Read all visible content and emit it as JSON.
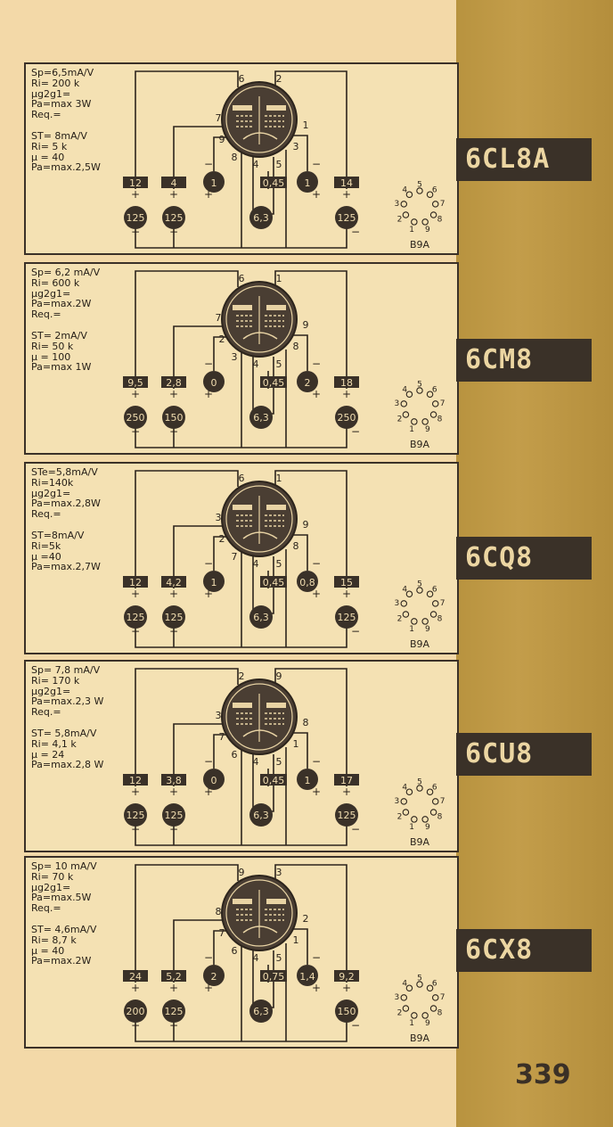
{
  "page_number": "339",
  "tubes": [
    {
      "name": "6CL8A",
      "specs": [
        "Sp=6,5mA/V",
        "Ri= 200 k",
        "μg2g1=",
        "Pa=max 3W",
        "Req.=",
        "",
        "ST= 8mA/V",
        "Ri= 5 k",
        "μ = 40",
        "Pa=max.2,5W"
      ],
      "pins_top": [
        "6",
        "2"
      ],
      "pins_side": [
        "7",
        "9",
        "8",
        "4",
        "5",
        "3",
        "1"
      ],
      "box_values": [
        "12",
        "4",
        "1",
        "0,45",
        "1",
        "14"
      ],
      "circle_values": [
        "125",
        "125",
        "6,3",
        "125"
      ],
      "base_type": "B9A"
    },
    {
      "name": "6CM8",
      "specs": [
        "Sp= 6,2 mA/V",
        "Ri= 600 k",
        "μg2g1=",
        "Pa=max.2W",
        "Req.=",
        "",
        "ST= 2mA/V",
        "Ri= 50 k",
        "μ = 100",
        "Pa=max 1W"
      ],
      "pins_top": [
        "6",
        "1"
      ],
      "pins_side": [
        "7",
        "2",
        "3",
        "4",
        "5",
        "8",
        "9"
      ],
      "box_values": [
        "9,5",
        "2,8",
        "0",
        "0,45",
        "2",
        "18"
      ],
      "circle_values": [
        "250",
        "150",
        "6,3",
        "250"
      ],
      "base_type": "B9A"
    },
    {
      "name": "6CQ8",
      "specs": [
        "STe=5,8mA/V",
        "Ri=140k",
        "μg2g1=",
        "Pa=max.2,8W",
        "Req.=",
        "",
        "ST=8mA/V",
        "Ri=5k",
        "μ =40",
        "Pa=max.2,7W"
      ],
      "pins_top": [
        "6",
        "1"
      ],
      "pins_side": [
        "3",
        "2",
        "7",
        "4",
        "5",
        "8",
        "9"
      ],
      "box_values": [
        "12",
        "4,2",
        "1",
        "0,45",
        "0,8",
        "15"
      ],
      "circle_values": [
        "125",
        "125",
        "6,3",
        "125"
      ],
      "base_type": "B9A"
    },
    {
      "name": "6CU8",
      "specs": [
        "Sp= 7,8 mA/V",
        "Ri= 170 k",
        "μg2g1=",
        "Pa=max.2,3 W",
        "Req.=",
        "",
        "ST= 5,8mA/V",
        "Ri= 4,1 k",
        "μ = 24",
        "Pa=max.2,8 W"
      ],
      "pins_top": [
        "2",
        "9"
      ],
      "pins_side": [
        "3",
        "7",
        "6",
        "4",
        "5",
        "1",
        "8"
      ],
      "box_values": [
        "12",
        "3,8",
        "0",
        "0,45",
        "1",
        "17"
      ],
      "circle_values": [
        "125",
        "125",
        "6,3",
        "125"
      ],
      "base_type": "B9A"
    },
    {
      "name": "6CX8",
      "specs": [
        "Sp= 10 mA/V",
        "Ri= 70 k",
        "μg2g1=",
        "Pa=max.5W",
        "Req.=",
        "",
        "ST= 4,6mA/V",
        "Ri= 8,7 k",
        "μ = 40",
        "Pa=max.2W"
      ],
      "pins_top": [
        "9",
        "3"
      ],
      "pins_side": [
        "8",
        "7",
        "6",
        "4",
        "5",
        "1",
        "2"
      ],
      "box_values": [
        "24",
        "5,2",
        "2",
        "0,75",
        "1,4",
        "9,2"
      ],
      "circle_values": [
        "200",
        "125",
        "6,3",
        "150"
      ],
      "base_type": "B9A"
    }
  ],
  "base_pin_numbers": [
    "1",
    "2",
    "3",
    "4",
    "5",
    "6",
    "7",
    "8",
    "9"
  ],
  "signs": {
    "plus": "+",
    "minus": "−"
  },
  "colors": {
    "page": "#f3d9a8",
    "card": "#f4e1b3",
    "ink": "#2c241c",
    "strip": "#b8933f",
    "tab": "#3a3128",
    "tab_text": "#ecd6a2"
  }
}
